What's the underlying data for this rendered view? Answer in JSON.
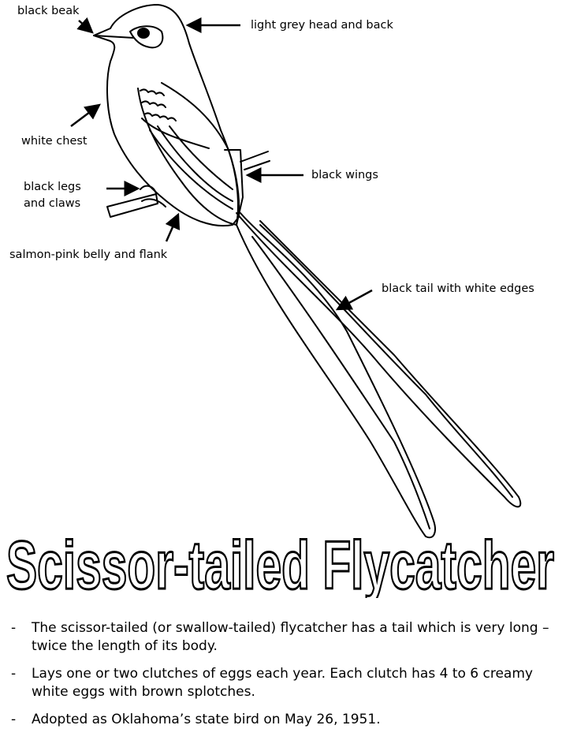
{
  "labels": {
    "beak": "black beak",
    "head": "light grey head and back",
    "chest": "white chest",
    "wings": "black wings",
    "legs_1": "black legs",
    "legs_2": "and claws",
    "belly": "salmon-pink belly and flank",
    "tail": "black tail with white edges"
  },
  "title": "Scissor-tailed Flycatcher",
  "facts": [
    {
      "dash": "-",
      "text": "The scissor-tailed (or swallow-tailed) flycatcher has a tail which is very long – twice the length of its body."
    },
    {
      "dash": "-",
      "text": "Lays one or two clutches of eggs each year.  Each clutch has 4 to 6 creamy white eggs with brown splotches."
    },
    {
      "dash": "-",
      "text": "Adopted as Oklahoma’s state bird on May 26, 1951."
    }
  ],
  "colors": {
    "ink": "#000000",
    "paper": "#ffffff"
  }
}
